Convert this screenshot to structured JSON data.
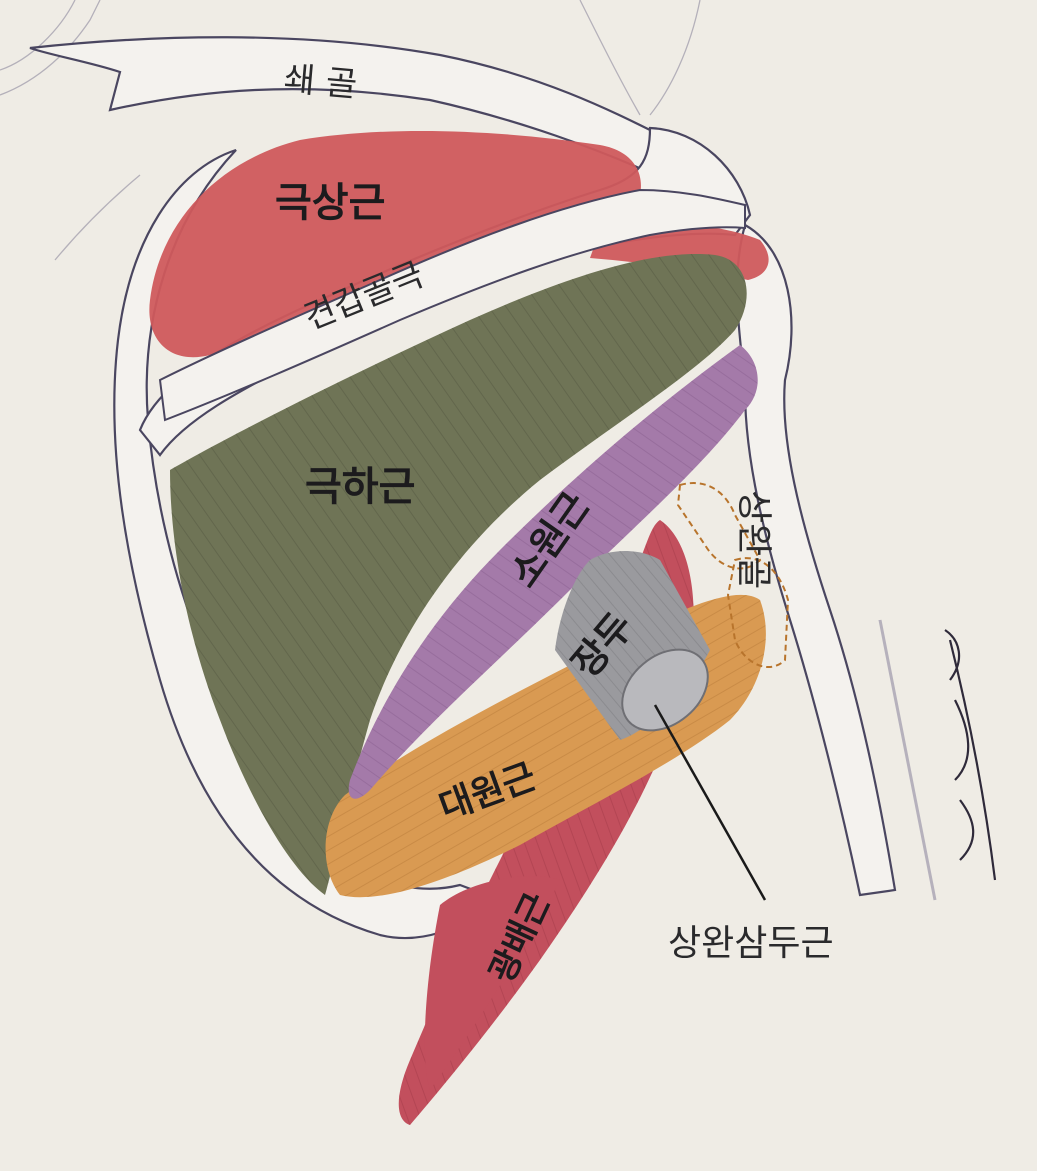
{
  "labels": {
    "clavicle": "쇄 골",
    "supraspinatus": "극상근",
    "spine_of_scapula": "견갑골극",
    "infraspinatus": "극하근",
    "teres_minor": "소원근",
    "humerus": "상완골",
    "long_head": "장두",
    "teres_major": "대원근",
    "latissimus_dorsi": "광배근",
    "triceps_brachii": "상완삼두근"
  },
  "colors": {
    "paper": "#efece5",
    "bone": "#f4f2ee",
    "outline": "#4a4660",
    "supraspinatus": "#cf5a5c",
    "infraspinatus": "#6f7456",
    "teres_minor": "#a47aa9",
    "long_head": "#9a9a9e",
    "teres_major": "#d99a52",
    "latissimus_dorsi": "#c24f5d",
    "humerus_marker": "#b8742c"
  }
}
